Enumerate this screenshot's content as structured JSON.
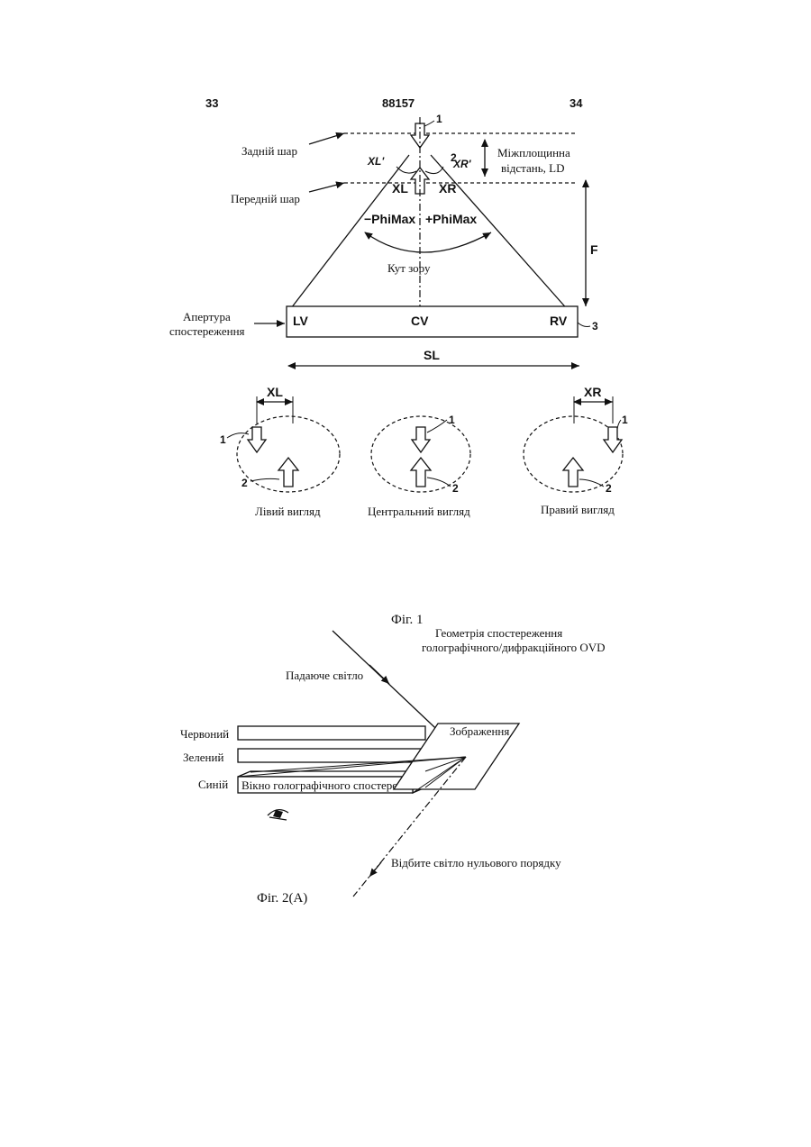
{
  "header": {
    "left_page": "33",
    "doc_number": "88157",
    "right_page": "34"
  },
  "fig1": {
    "back_layer": "Задній шар",
    "front_layer": "Передній шар",
    "interplane_distance_line1": "Міжплощинна",
    "interplane_distance_line2": "відстань, LD",
    "xl_prime": "XL'",
    "xr_prime": "XR'",
    "xl": "XL",
    "xr": "XR",
    "minus_phimax": "−PhiMax",
    "plus_phimax": "+PhiMax",
    "view_angle": "Кут зору",
    "f": "F",
    "aperture_line1": "Апертура",
    "aperture_line2": "спостереження",
    "lv": "LV",
    "cv": "CV",
    "rv": "RV",
    "sl": "SL",
    "ref_1": "1",
    "ref_2": "2",
    "ref_3": "3",
    "left_view": "Лівий вигляд",
    "center_view": "Центральний вигляд",
    "right_view": "Правий вигляд",
    "caption": "Фіг. 1",
    "subtitle_line1": "Геометрія спостереження",
    "subtitle_line2": "голографічного/дифракційного OVD"
  },
  "fig2": {
    "incident_light": "Падаюче світло",
    "red": "Червоний",
    "green": "Зелений",
    "blue": "Синій",
    "image": "Зображення",
    "window": "Вікно голографічного спостереження",
    "reflected": "Відбите світло нульового порядку",
    "caption": "Фіг. 2(A)"
  }
}
